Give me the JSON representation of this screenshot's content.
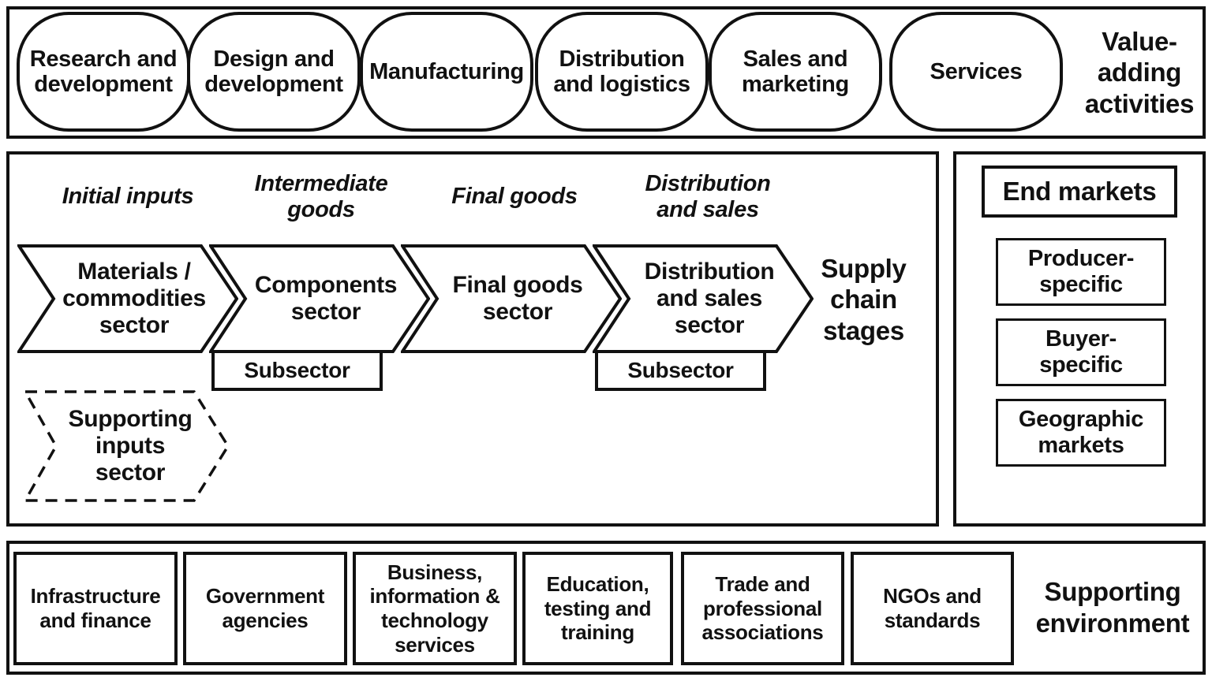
{
  "colors": {
    "ink": "#111111",
    "background": "#ffffff"
  },
  "value_adding_band": {
    "title": "Value-\nadding\nactivities",
    "activities": [
      "Research and\ndevelopment",
      "Design and\ndevelopment",
      "Manufacturing",
      "Distribution\nand logistics",
      "Sales and\nmarketing",
      "Services"
    ]
  },
  "supply_chain_band": {
    "title": "Supply\nchain\nstages",
    "stage_headers": [
      "Initial inputs",
      "Intermediate\ngoods",
      "Final goods",
      "Distribution\nand sales"
    ],
    "sectors": [
      "Materials /\ncommodities\nsector",
      "Components\nsector",
      "Final goods\nsector",
      "Distribution\nand sales\nsector"
    ],
    "subsector_label": "Subsector",
    "supporting_sector": "Supporting\ninputs\nsector"
  },
  "end_markets_panel": {
    "title": "End markets",
    "markets": [
      "Producer-\nspecific",
      "Buyer-\nspecific",
      "Geographic\nmarkets"
    ]
  },
  "supporting_environment_band": {
    "title": "Supporting\nenvironment",
    "actors": [
      "Infrastructure\nand finance",
      "Government\nagencies",
      "Business,\ninformation &\ntechnology\nservices",
      "Education,\ntesting and\ntraining",
      "Trade and\nprofessional\nassociations",
      "NGOs and\nstandards"
    ]
  }
}
